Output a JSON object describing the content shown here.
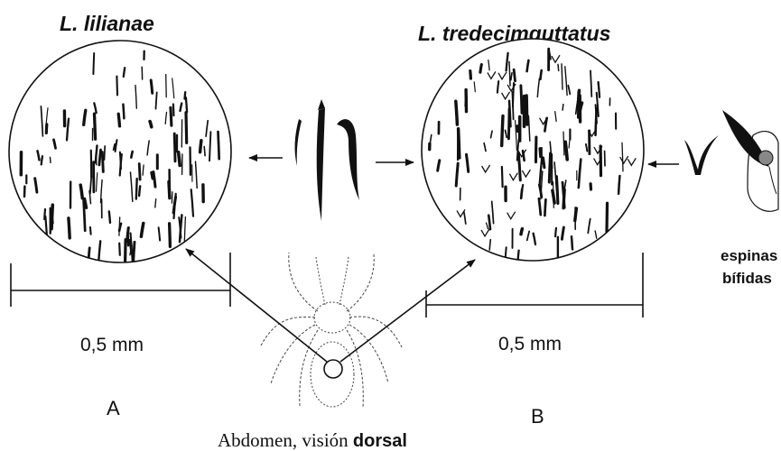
{
  "labels": {
    "species_a": "L. lilianae",
    "species_b": "L. tredecimguttatus",
    "scale_a": "0,5 mm",
    "scale_b": "0,5 mm",
    "panel_a": "A",
    "panel_b": "B",
    "spines_line1": "espinas",
    "spines_line2": "bífidas",
    "caption_regular": "Abdomen, visión ",
    "caption_bold": "dorsal"
  },
  "colors": {
    "ink": "#111111",
    "background": "#ffffff"
  }
}
